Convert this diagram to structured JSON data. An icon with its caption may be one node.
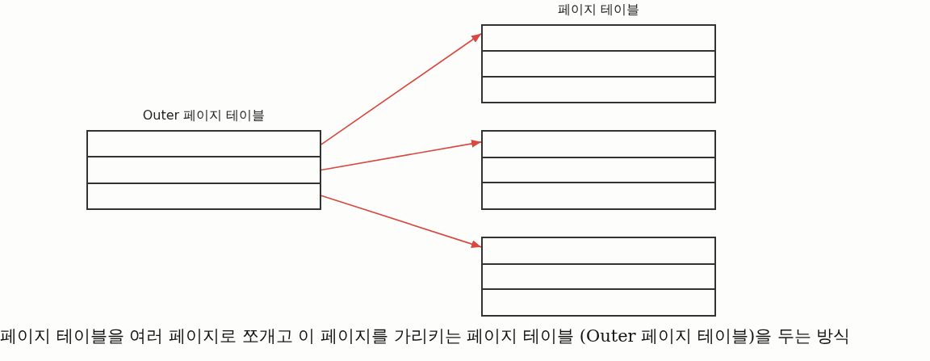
{
  "diagram": {
    "caption": "페이지 테이블을 여러 페이지로 쪼개고 이 페이지를 가리키는 페이지 테이블 (Outer 페이지 테이블)을 두는 방식",
    "nodes": [
      {
        "text": [
          "Outer 페이지 테이블"
        ]
      },
      {
        "text": [],
        "shape": "box",
        "in": 0
      },
      {
        "text": [],
        "shape": "box",
        "in": 0
      },
      {
        "text": [],
        "shape": "box",
        "in": 0
      },
      {
        "text": [
          "페이지 테이블"
        ]
      },
      {
        "text": [],
        "shape": "box"
      },
      {
        "text": [],
        "shape": "box"
      }
    ],
    "edges": [
      {
        "from": 1,
        "to": 4,
        "arrow": "to",
        "color": "#d9473f"
      },
      {
        "from": 2,
        "to": 5,
        "arrow": "to",
        "color": "#d9473f"
      },
      {
        "from": 3,
        "to": 6,
        "arrow": "to",
        "color": "#d9473f"
      }
    ]
  }
}
